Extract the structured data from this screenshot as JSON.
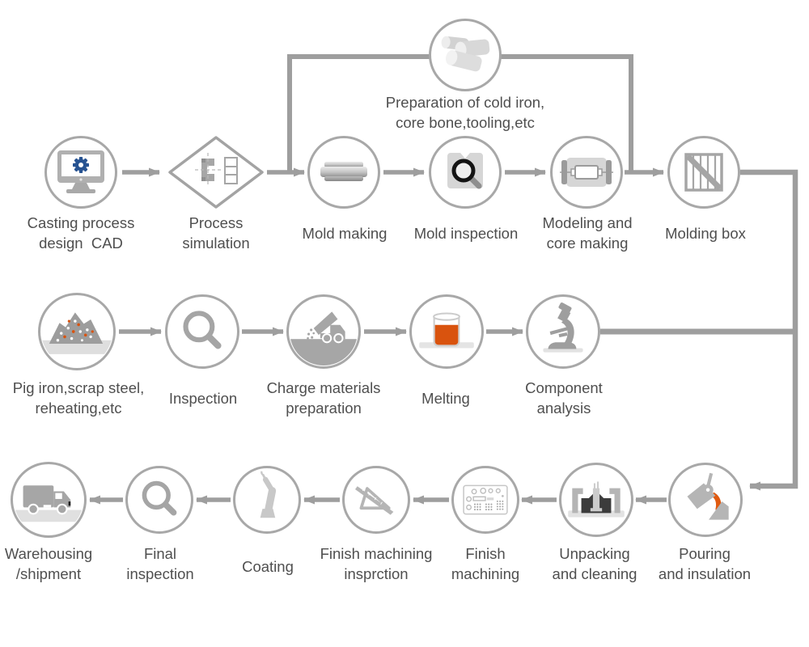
{
  "diagram": {
    "colors": {
      "line_gray": "#9e9e9e",
      "circle_border": "#a8a8a8",
      "text_gray": "#4f4f4f",
      "accent_orange": "#d9530e",
      "gear_blue": "#265291",
      "icon_gray": "#b5b5b5",
      "dark_mold": "#3c3c3c"
    },
    "top_node": {
      "id": "preparation",
      "label": "Preparation of cold iron,\ncore bone,tooling,etc",
      "icon": "steel-cylinders-icon"
    },
    "row1": [
      {
        "id": "casting-cad",
        "label": "Casting process\ndesign  CAD",
        "icon": "monitor-gear-icon",
        "shape": "circle"
      },
      {
        "id": "process-simulation",
        "label": "Process\nsimulation",
        "icon": "part-drawing-icon",
        "shape": "diamond"
      },
      {
        "id": "mold-making",
        "label": "Mold making",
        "icon": "mold-die-icon",
        "shape": "circle"
      },
      {
        "id": "mold-inspection",
        "label": "Mold inspection",
        "icon": "mold-magnifier-icon",
        "shape": "circle"
      },
      {
        "id": "modeling-core-making",
        "label": "Modeling and\ncore making",
        "icon": "core-roller-icon",
        "shape": "circle"
      },
      {
        "id": "molding-box",
        "label": "Molding box",
        "icon": "crate-slash-icon",
        "shape": "circle"
      }
    ],
    "row2": [
      {
        "id": "pig-iron",
        "label": "Pig iron,scrap steel,\nreheating,etc",
        "icon": "scrap-pile-icon"
      },
      {
        "id": "inspection",
        "label": "Inspection",
        "icon": "magnifier-icon"
      },
      {
        "id": "charge-materials",
        "label": "Charge materials\npreparation",
        "icon": "dump-truck-icon"
      },
      {
        "id": "melting",
        "label": "Melting",
        "icon": "crucible-icon"
      },
      {
        "id": "component-analysis",
        "label": "Component\nanalysis",
        "icon": "microscope-icon"
      }
    ],
    "row3": [
      {
        "id": "warehousing",
        "label": "Warehousing\n/shipment",
        "icon": "truck-icon"
      },
      {
        "id": "final-inspection",
        "label": "Final\ninspection",
        "icon": "magnifier-icon"
      },
      {
        "id": "coating",
        "label": "Coating",
        "icon": "robot-arm-icon"
      },
      {
        "id": "finish-machining-inspection",
        "label": "Finish machining\ninsprction",
        "icon": "set-square-icon"
      },
      {
        "id": "finish-machining",
        "label": "Finish\nmachining",
        "icon": "control-panel-icon"
      },
      {
        "id": "unpacking-cleaning",
        "label": "Unpacking\nand cleaning",
        "icon": "mold-flask-icon"
      },
      {
        "id": "pouring-insulation",
        "label": "Pouring\nand insulation",
        "icon": "ladle-pour-icon"
      }
    ]
  }
}
